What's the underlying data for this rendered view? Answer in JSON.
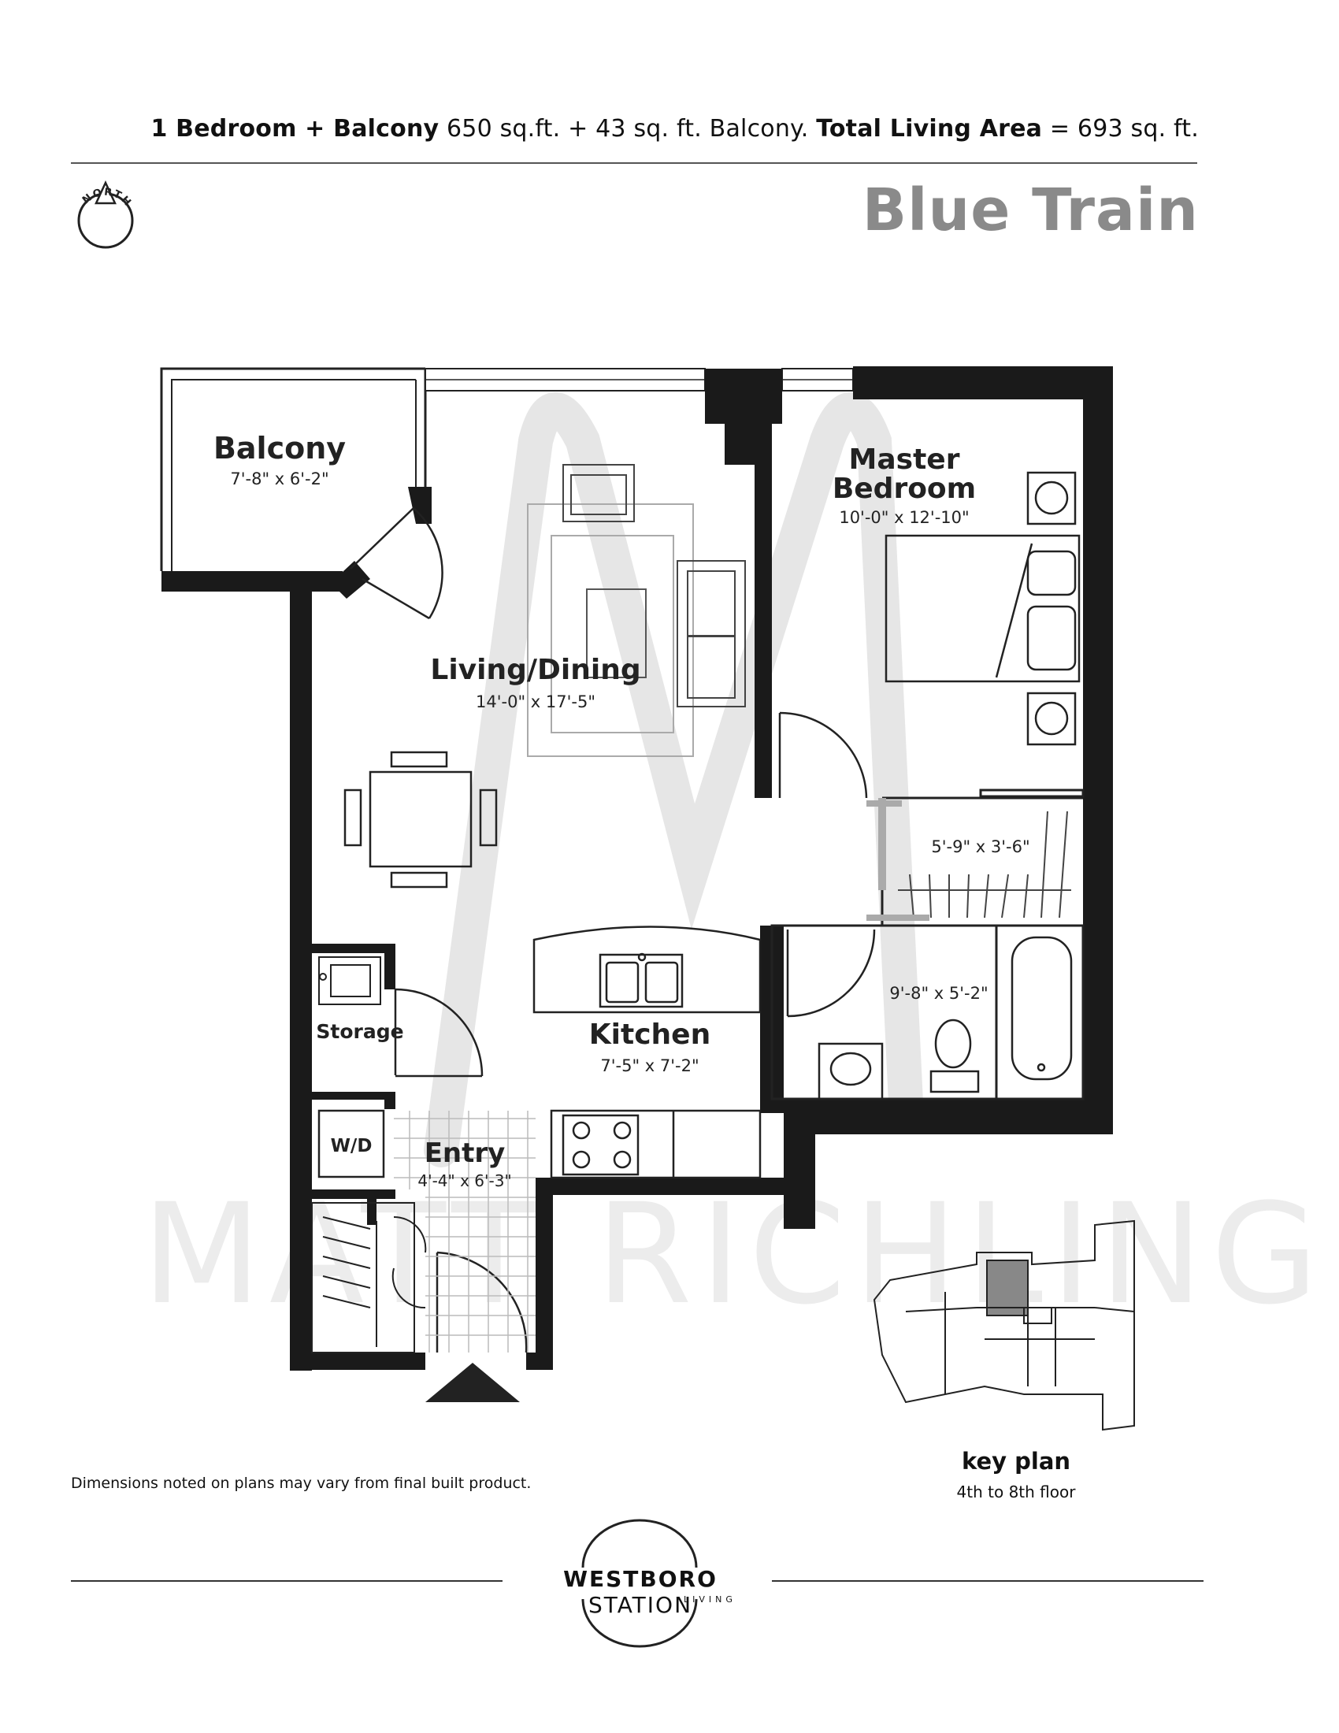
{
  "header": {
    "unit_type": "1 Bedroom + Balcony",
    "area_text": " 650 sq.ft. + 43 sq. ft. Balcony. ",
    "total_label": "Total Living Area",
    "total_value": " = 693 sq. ft."
  },
  "plan_name": "Blue Train",
  "north_label": "NORTH",
  "rooms": {
    "balcony": {
      "name": "Balcony",
      "dim": "7'-8\" x 6'-2\""
    },
    "master_bedroom": {
      "name_line1": "Master",
      "name_line2": "Bedroom",
      "dim": "10'-0\" x 12'-10\""
    },
    "living_dining": {
      "name": "Living/Dining",
      "dim": "14'-0\" x 17'-5\""
    },
    "closet": {
      "dim": "5'-9\" x 3'-6\""
    },
    "bathroom": {
      "dim": "9'-8\" x 5'-2\""
    },
    "storage": {
      "name": "Storage"
    },
    "kitchen": {
      "name": "Kitchen",
      "dim": "7'-5\" x 7'-2\""
    },
    "laundry": {
      "name": "W/D"
    },
    "entry": {
      "name": "Entry",
      "dim": "4'-4\" x 6'-3\""
    }
  },
  "disclaimer": "Dimensions noted on plans may vary from final built product.",
  "key_plan": {
    "label": "key plan",
    "floors": "4th to 8th floor"
  },
  "logo": {
    "main_bold": "WESTBORO",
    "main_light": " STATION",
    "sub": "LIVING"
  },
  "watermark": "MATT RICHLING",
  "colors": {
    "wall": "#1a1a1a",
    "title_grey": "#8a8a8a",
    "watermark": "#d8d8d8"
  }
}
